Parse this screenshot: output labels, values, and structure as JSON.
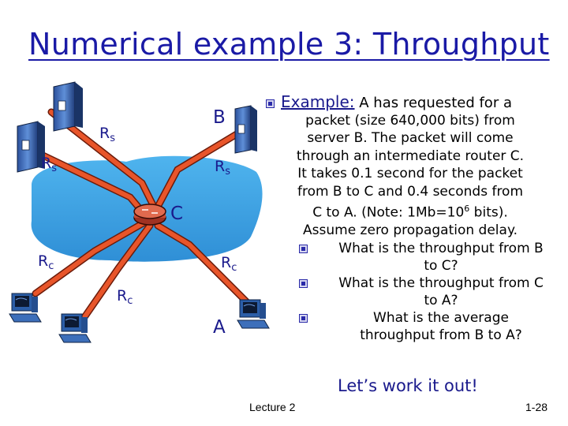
{
  "title": "Numerical example 3: Throughput",
  "diagram": {
    "label_B": "B",
    "label_C": "C",
    "label_A": "A",
    "rate_letter": "R",
    "rate_s": "s",
    "rate_c": "c"
  },
  "example": {
    "label": "Example:",
    "first_line": "A has requested for a",
    "lines": [
      "packet (size 640,000 bits) from",
      "server B. The packet will come",
      "through an intermediate router C.",
      "It takes 0.1 second for the packet",
      "from B to C and 0.4 seconds from",
      "C to A. (Note: 1Mb=10",
      "Assume zero propagation delay."
    ],
    "note_exponent": "6",
    "note_tail": " bits).",
    "questions": [
      {
        "line1": "What is the throughput from B",
        "line2": "to C?"
      },
      {
        "line1": "What is the throughput from C",
        "line2": "to A?"
      },
      {
        "line1": "What is the average",
        "line2": "throughput from B to A?"
      }
    ]
  },
  "work_out": "Let’s work it out!",
  "footer": {
    "lecture": "Lecture 2",
    "page": "1-28"
  },
  "colors": {
    "title": "#1a1aa6",
    "cloud": "#3aa0de",
    "link": "#e8552a",
    "link_outline": "#6b1b0a"
  }
}
